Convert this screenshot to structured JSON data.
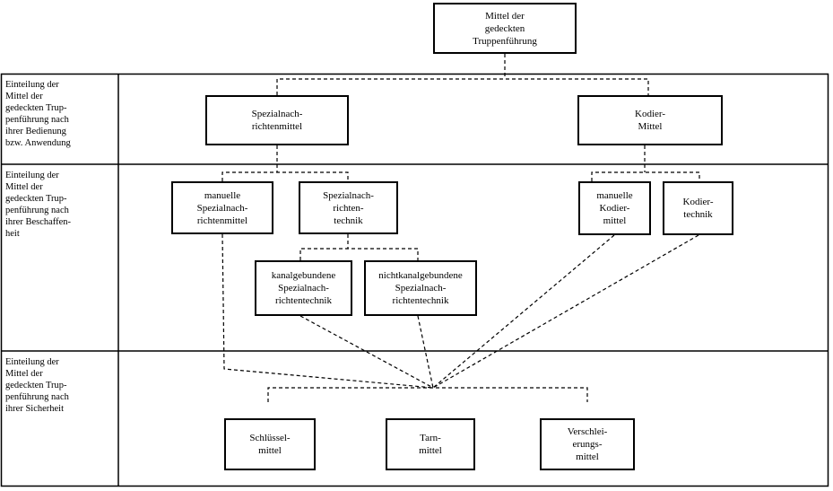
{
  "root": {
    "lines": [
      "Mittel der",
      "gedeckten",
      "Truppenführung"
    ]
  },
  "rows": [
    {
      "label": [
        "Einteilung der",
        "Mittel der",
        "gedeckten Trup-",
        "penführung nach",
        "ihrer Bedienung",
        "bzw. Anwendung"
      ]
    },
    {
      "label": [
        "Einteilung der",
        "Mittel der",
        "gedeckten Trup-",
        "penführung nach",
        "ihrer Beschaffen-",
        "heit"
      ]
    },
    {
      "label": [
        "Einteilung der",
        "Mittel der",
        "gedeckten Trup-",
        "penführung nach",
        "ihrer Sicherheit"
      ]
    }
  ],
  "boxes": {
    "spezial": [
      "Spezialnach-",
      "richtenmittel"
    ],
    "kodier": [
      "Kodier-",
      "Mittel"
    ],
    "manuell_spezial": [
      "manuelle",
      "Spezialnach-",
      "richtenmittel"
    ],
    "spezial_technik": [
      "Spezialnach-",
      "richten-",
      "technik"
    ],
    "manuell_kodier": [
      "manuelle",
      "Kodier-",
      "mittel"
    ],
    "kodier_technik": [
      "Kodier-",
      "technik"
    ],
    "kanal": [
      "kanalgebundene",
      "Spezialnach-",
      "richtentechnik"
    ],
    "nichtkanal": [
      "nichtkanalgebundene",
      "Spezialnach-",
      "richtentechnik"
    ],
    "schluessel": [
      "Schlüssel-",
      "mittel"
    ],
    "tarn": [
      "Tarn-",
      "mittel"
    ],
    "verschleierung": [
      "Verschlei-",
      "erungs-",
      "mittel"
    ]
  }
}
